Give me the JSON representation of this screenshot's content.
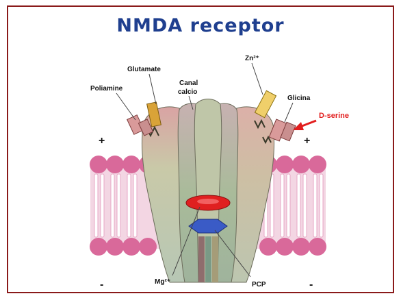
{
  "title": "NMDA receptor",
  "labels": {
    "poliamine": "Poliamine",
    "glutamate": "Glutamate",
    "canal_calcio_line1": "Canal",
    "canal_calcio_line2": "calcio",
    "zn": "Zn²⁺",
    "glicina": "Glicina",
    "d_serine": "D-serine",
    "mg": "Mg²⁺",
    "pcp": "PCP",
    "plus": "+",
    "minus": "-"
  },
  "colors": {
    "title": "#1f3f8f",
    "frame": "#8a1a1a",
    "membrane": "#d9699a",
    "membrane_light": "#f3d6e3",
    "mg_site": "#e02020",
    "pcp_site": "#3a5bc6",
    "arrow_red": "#e21d1d",
    "glutamate_site": "#d9a338",
    "zn_site": "#f0cf6a",
    "poliamine_site": "#d99a9a"
  },
  "icons": {
    "d_serine_arrow": "arrow-left-icon"
  }
}
